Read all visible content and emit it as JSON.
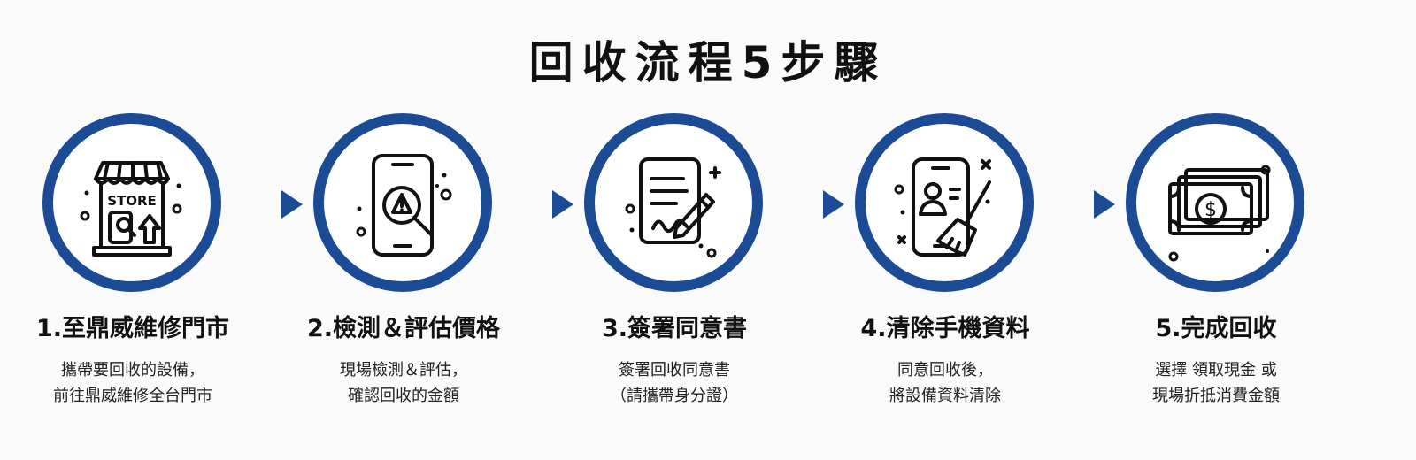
{
  "title": "回收流程5步驟",
  "colors": {
    "accent": "#1a4b94",
    "text": "#111111"
  },
  "steps": [
    {
      "title": "1.至鼎威維修門市",
      "icon": "store-icon",
      "icon_label": "STORE",
      "desc": [
        "攜帶要回收的設備，",
        "前往鼎威維修全台門市"
      ]
    },
    {
      "title": "2.檢測＆評估價格",
      "icon": "phone-inspection-icon",
      "desc": [
        "現場檢測＆評估，",
        "確認回收的金額"
      ]
    },
    {
      "title": "3.簽署同意書",
      "icon": "document-sign-icon",
      "desc": [
        "簽署回收同意書",
        "（請攜帶身分證）"
      ]
    },
    {
      "title": "4.清除手機資料",
      "icon": "phone-wipe-icon",
      "desc": [
        "同意回收後，",
        "將設備資料清除"
      ]
    },
    {
      "title": "5.完成回收",
      "icon": "cash-icon",
      "desc": [
        "選擇 領取現金 或",
        "現場折抵消費金額"
      ]
    }
  ]
}
